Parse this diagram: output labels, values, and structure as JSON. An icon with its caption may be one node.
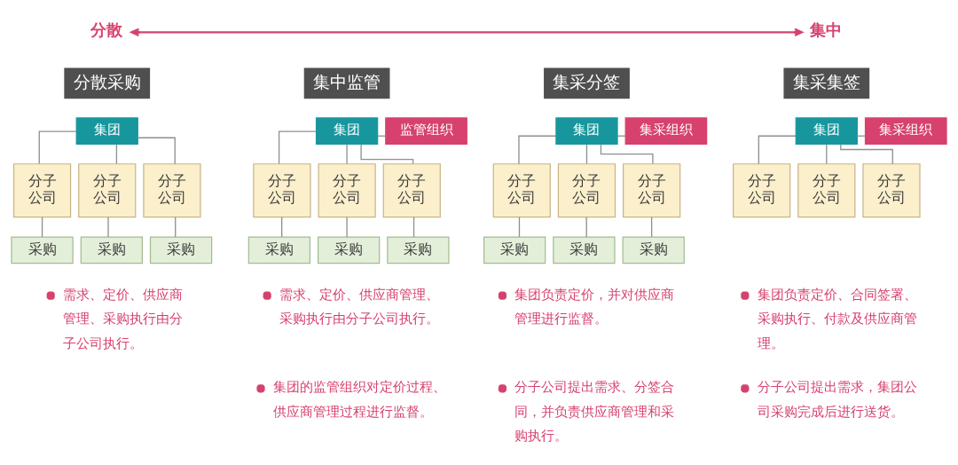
{
  "diagram": {
    "nodes": [
      {
        "text": [
          "分散采购"
        ]
      },
      {
        "text": [
          "集团"
        ]
      },
      {
        "text": [
          "分子公司"
        ]
      },
      {
        "text": [
          "分子公司"
        ]
      },
      {
        "text": [
          "分子公司"
        ]
      },
      {
        "text": [
          "采购"
        ]
      },
      {
        "text": [
          "采购"
        ]
      },
      {
        "text": [
          "采购"
        ]
      },
      {
        "text": [
          "集中监管"
        ]
      },
      {
        "text": [
          "集团"
        ]
      },
      {
        "text": [
          "监管组织"
        ]
      },
      {
        "text": [
          "分子公司"
        ]
      },
      {
        "text": [
          "分子公司"
        ]
      },
      {
        "text": [
          "分子公司"
        ]
      },
      {
        "text": [
          "采购"
        ]
      },
      {
        "text": [
          "采购"
        ]
      },
      {
        "text": [
          "采购"
        ]
      },
      {
        "text": [
          "集采分签"
        ]
      },
      {
        "text": [
          "集团"
        ]
      },
      {
        "text": [
          "集采组织"
        ]
      },
      {
        "text": [
          "分子公司"
        ]
      },
      {
        "text": [
          "分子公司"
        ]
      },
      {
        "text": [
          "分子公司"
        ]
      },
      {
        "text": [
          "采购"
        ]
      },
      {
        "text": [
          "采购"
        ]
      },
      {
        "text": [
          "采购"
        ]
      },
      {
        "text": [
          "集采集签"
        ]
      },
      {
        "text": [
          "集团"
        ]
      },
      {
        "text": [
          "集采组织"
        ]
      },
      {
        "text": [
          "分子公司"
        ]
      },
      {
        "text": [
          "分子公司"
        ]
      },
      {
        "text": [
          "分子公司"
        ]
      }
    ],
    "edges": [
      {
        "from": 1,
        "to": 2,
        "arrow": "none"
      },
      {
        "from": 1,
        "to": 3,
        "arrow": "none"
      },
      {
        "from": 1,
        "to": 4,
        "arrow": "none"
      },
      {
        "from": 2,
        "to": 5,
        "arrow": "none"
      },
      {
        "from": 3,
        "to": 6,
        "arrow": "none"
      },
      {
        "from": 4,
        "to": 7,
        "arrow": "none"
      },
      {
        "from": 9,
        "to": 10,
        "arrow": "none"
      },
      {
        "from": 9,
        "to": 11,
        "arrow": "none"
      },
      {
        "from": 9,
        "to": 12,
        "arrow": "none"
      },
      {
        "from": 9,
        "to": 13,
        "arrow": "none"
      },
      {
        "from": 11,
        "to": 14,
        "arrow": "none"
      },
      {
        "from": 12,
        "to": 15,
        "arrow": "none"
      },
      {
        "from": 13,
        "to": 16,
        "arrow": "none"
      },
      {
        "from": 18,
        "to": 19,
        "arrow": "none"
      },
      {
        "from": 18,
        "to": 20,
        "arrow": "none"
      },
      {
        "from": 18,
        "to": 21,
        "arrow": "none"
      },
      {
        "from": 18,
        "to": 22,
        "arrow": "none"
      },
      {
        "from": 20,
        "to": 23,
        "arrow": "none"
      },
      {
        "from": 21,
        "to": 24,
        "arrow": "none"
      },
      {
        "from": 22,
        "to": 25,
        "arrow": "none"
      },
      {
        "from": 27,
        "to": 28,
        "arrow": "none"
      },
      {
        "from": 27,
        "to": 29,
        "arrow": "none"
      },
      {
        "from": 27,
        "to": 30,
        "arrow": "none"
      },
      {
        "from": 27,
        "to": 31,
        "arrow": "none"
      }
    ],
    "labels": [
      "分散",
      "集中",
      "需求、定价、供应商管理、采购执行由分子公司执行。",
      "需求、定价、供应商管理、采购执行由分子公司执行。",
      "集团的监管组织对定价过程、供应商管理过程进行监督。",
      "集团负责定价，并对供应商管理进行监督。",
      "分子公司提出需求、分签合同，并负责供应商管理和采购执行。",
      "集团负责定价、合同签署、采购执行、付款及供应商管理。",
      "分子公司提出需求，集团公司采购完成后进行送货。"
    ]
  }
}
